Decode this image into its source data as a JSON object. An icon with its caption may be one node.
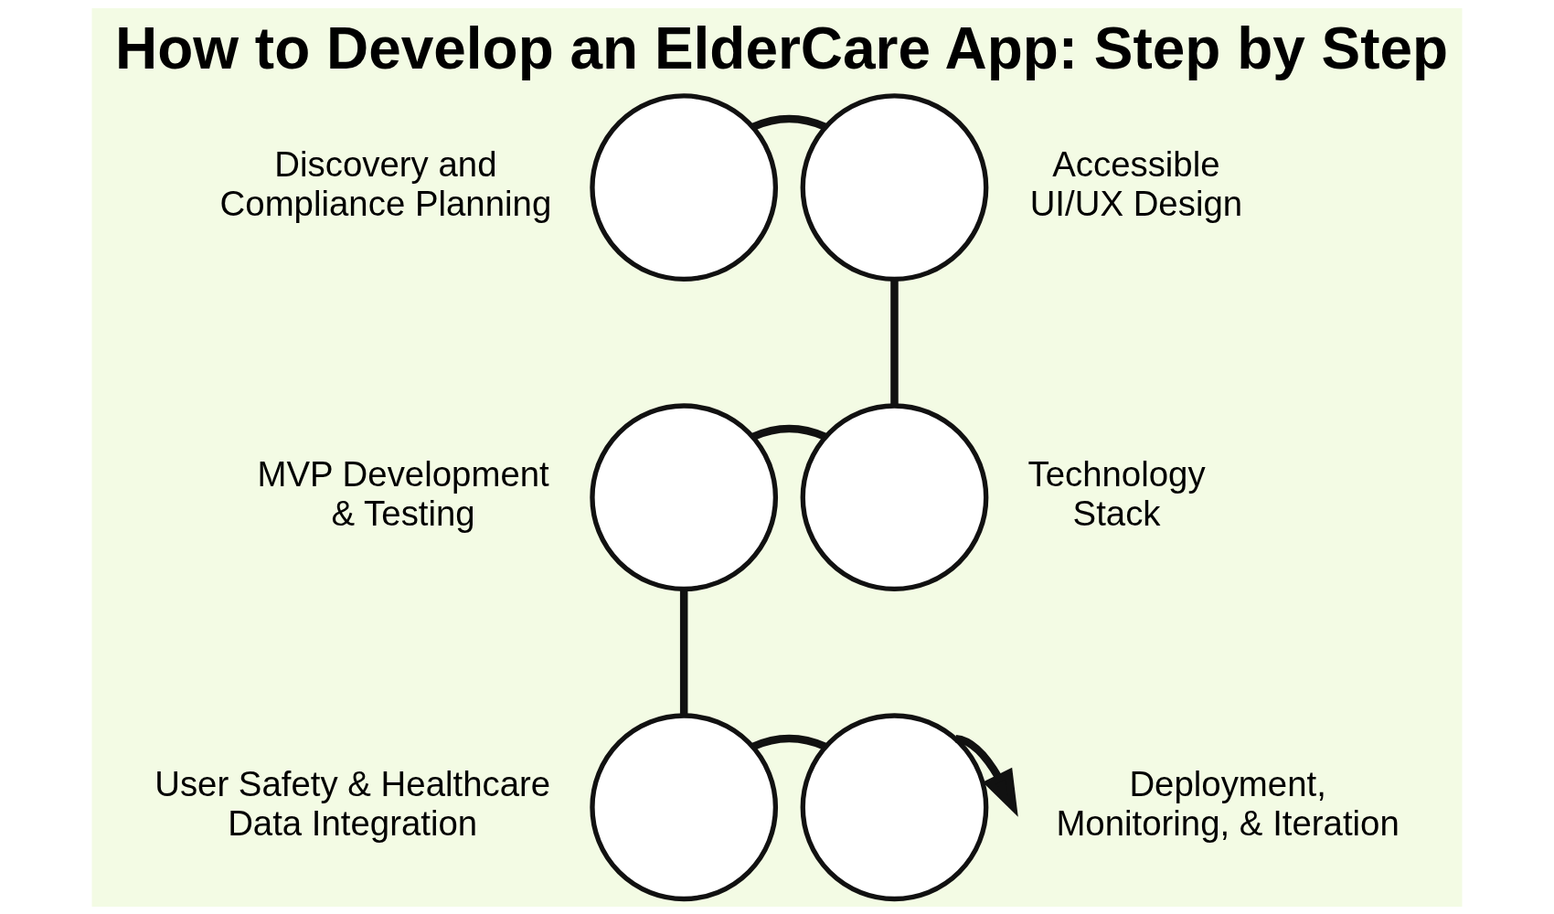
{
  "diagram": {
    "title": "How to Develop an ElderCare App: Step by Step",
    "nodes": [
      {
        "text": [],
        "shape": "circle",
        "beside": [
          "Discovery and Compliance Planning"
        ]
      },
      {
        "text": [],
        "shape": "circle",
        "beside": [
          "Accessible UI/UX Design"
        ]
      },
      {
        "text": [],
        "shape": "circle",
        "beside": [
          "Technology Stack"
        ]
      },
      {
        "text": [],
        "shape": "circle",
        "beside": [
          "MVP Development & Testing"
        ]
      },
      {
        "text": [],
        "shape": "circle",
        "beside": [
          "User Safety & Healthcare Data Integration"
        ]
      },
      {
        "text": [],
        "shape": "circle",
        "beside": [
          "Deployment, Monitoring, & Iteration"
        ]
      }
    ],
    "edges": [
      {
        "from": 0,
        "to": 1,
        "arrow": "none"
      },
      {
        "from": 1,
        "to": 2,
        "arrow": "none"
      },
      {
        "from": 2,
        "to": 3,
        "arrow": "none"
      },
      {
        "from": 3,
        "to": 4,
        "arrow": "none"
      },
      {
        "from": 4,
        "to": 5,
        "arrow": "none"
      },
      {
        "from": 5,
        "to": null,
        "arrow": "to"
      }
    ]
  }
}
